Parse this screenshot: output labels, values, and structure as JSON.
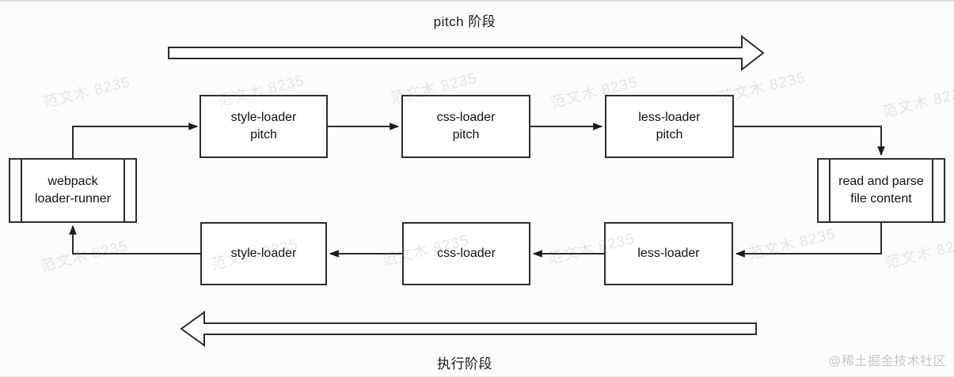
{
  "labels": {
    "pitch_phase": "pitch 阶段",
    "exec_phase": "执行阶段"
  },
  "watermark": {
    "text": "范文木 8235"
  },
  "credit": "@稀土掘金技术社区",
  "colors": {
    "line": "#2d2d2d",
    "text": "#111111",
    "background": "#fbfcfc",
    "watermark": "#e4e6e6",
    "credit": "#c7c7c7"
  },
  "nodes": {
    "webpack_runner": {
      "type": "subroutine",
      "lines": [
        "webpack",
        "loader-runner"
      ]
    },
    "style_pitch": {
      "type": "process",
      "lines": [
        "style-loader",
        "pitch"
      ]
    },
    "css_pitch": {
      "type": "process",
      "lines": [
        "css-loader",
        "pitch"
      ]
    },
    "less_pitch": {
      "type": "process",
      "lines": [
        "less-loader",
        "pitch"
      ]
    },
    "read_parse": {
      "type": "subroutine",
      "lines": [
        "read and parse",
        "file content"
      ]
    },
    "style_exec": {
      "type": "process",
      "lines": [
        "style-loader"
      ]
    },
    "css_exec": {
      "type": "process",
      "lines": [
        "css-loader"
      ]
    },
    "less_exec": {
      "type": "process",
      "lines": [
        "less-loader"
      ]
    }
  },
  "edges": [
    {
      "from": "webpack_runner",
      "to": "style_pitch",
      "phase": "pitch"
    },
    {
      "from": "style_pitch",
      "to": "css_pitch",
      "phase": "pitch"
    },
    {
      "from": "css_pitch",
      "to": "less_pitch",
      "phase": "pitch"
    },
    {
      "from": "less_pitch",
      "to": "read_parse",
      "phase": "pitch"
    },
    {
      "from": "read_parse",
      "to": "less_exec",
      "phase": "execute"
    },
    {
      "from": "less_exec",
      "to": "css_exec",
      "phase": "execute"
    },
    {
      "from": "css_exec",
      "to": "style_exec",
      "phase": "execute"
    },
    {
      "from": "style_exec",
      "to": "webpack_runner",
      "phase": "execute"
    }
  ]
}
